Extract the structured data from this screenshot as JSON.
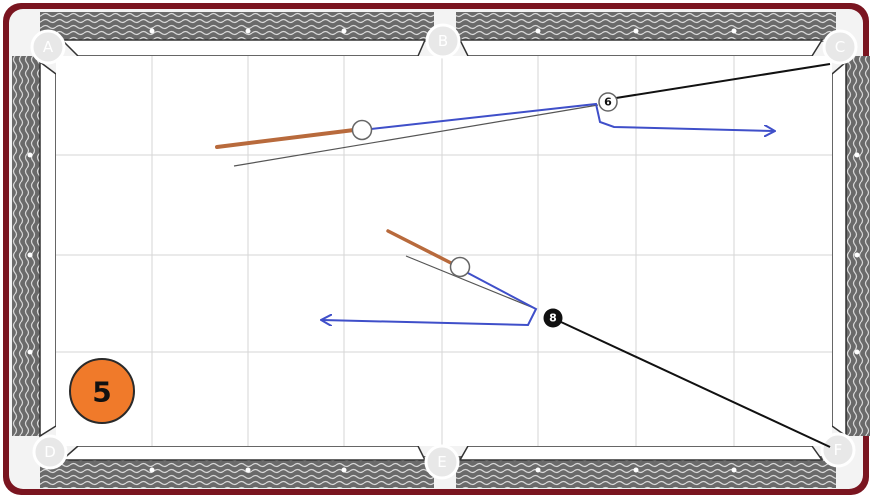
{
  "diagram_number": "5",
  "pockets": {
    "A": "A",
    "B": "B",
    "C": "C",
    "D": "D",
    "E": "E",
    "F": "F"
  },
  "balls": {
    "object_ball_top": "6",
    "object_ball_bottom": "8"
  },
  "colors": {
    "frame": "#7a1520",
    "rail": "#5a5a5a",
    "felt": "#ffffff",
    "grid": "#d6d6d6",
    "cue_stick": "#b86a3c",
    "cue_ball_path": "#3f4fc9",
    "object_ball_path": "#111111",
    "aim_line": "#555555",
    "badge": "#f07a2a"
  }
}
